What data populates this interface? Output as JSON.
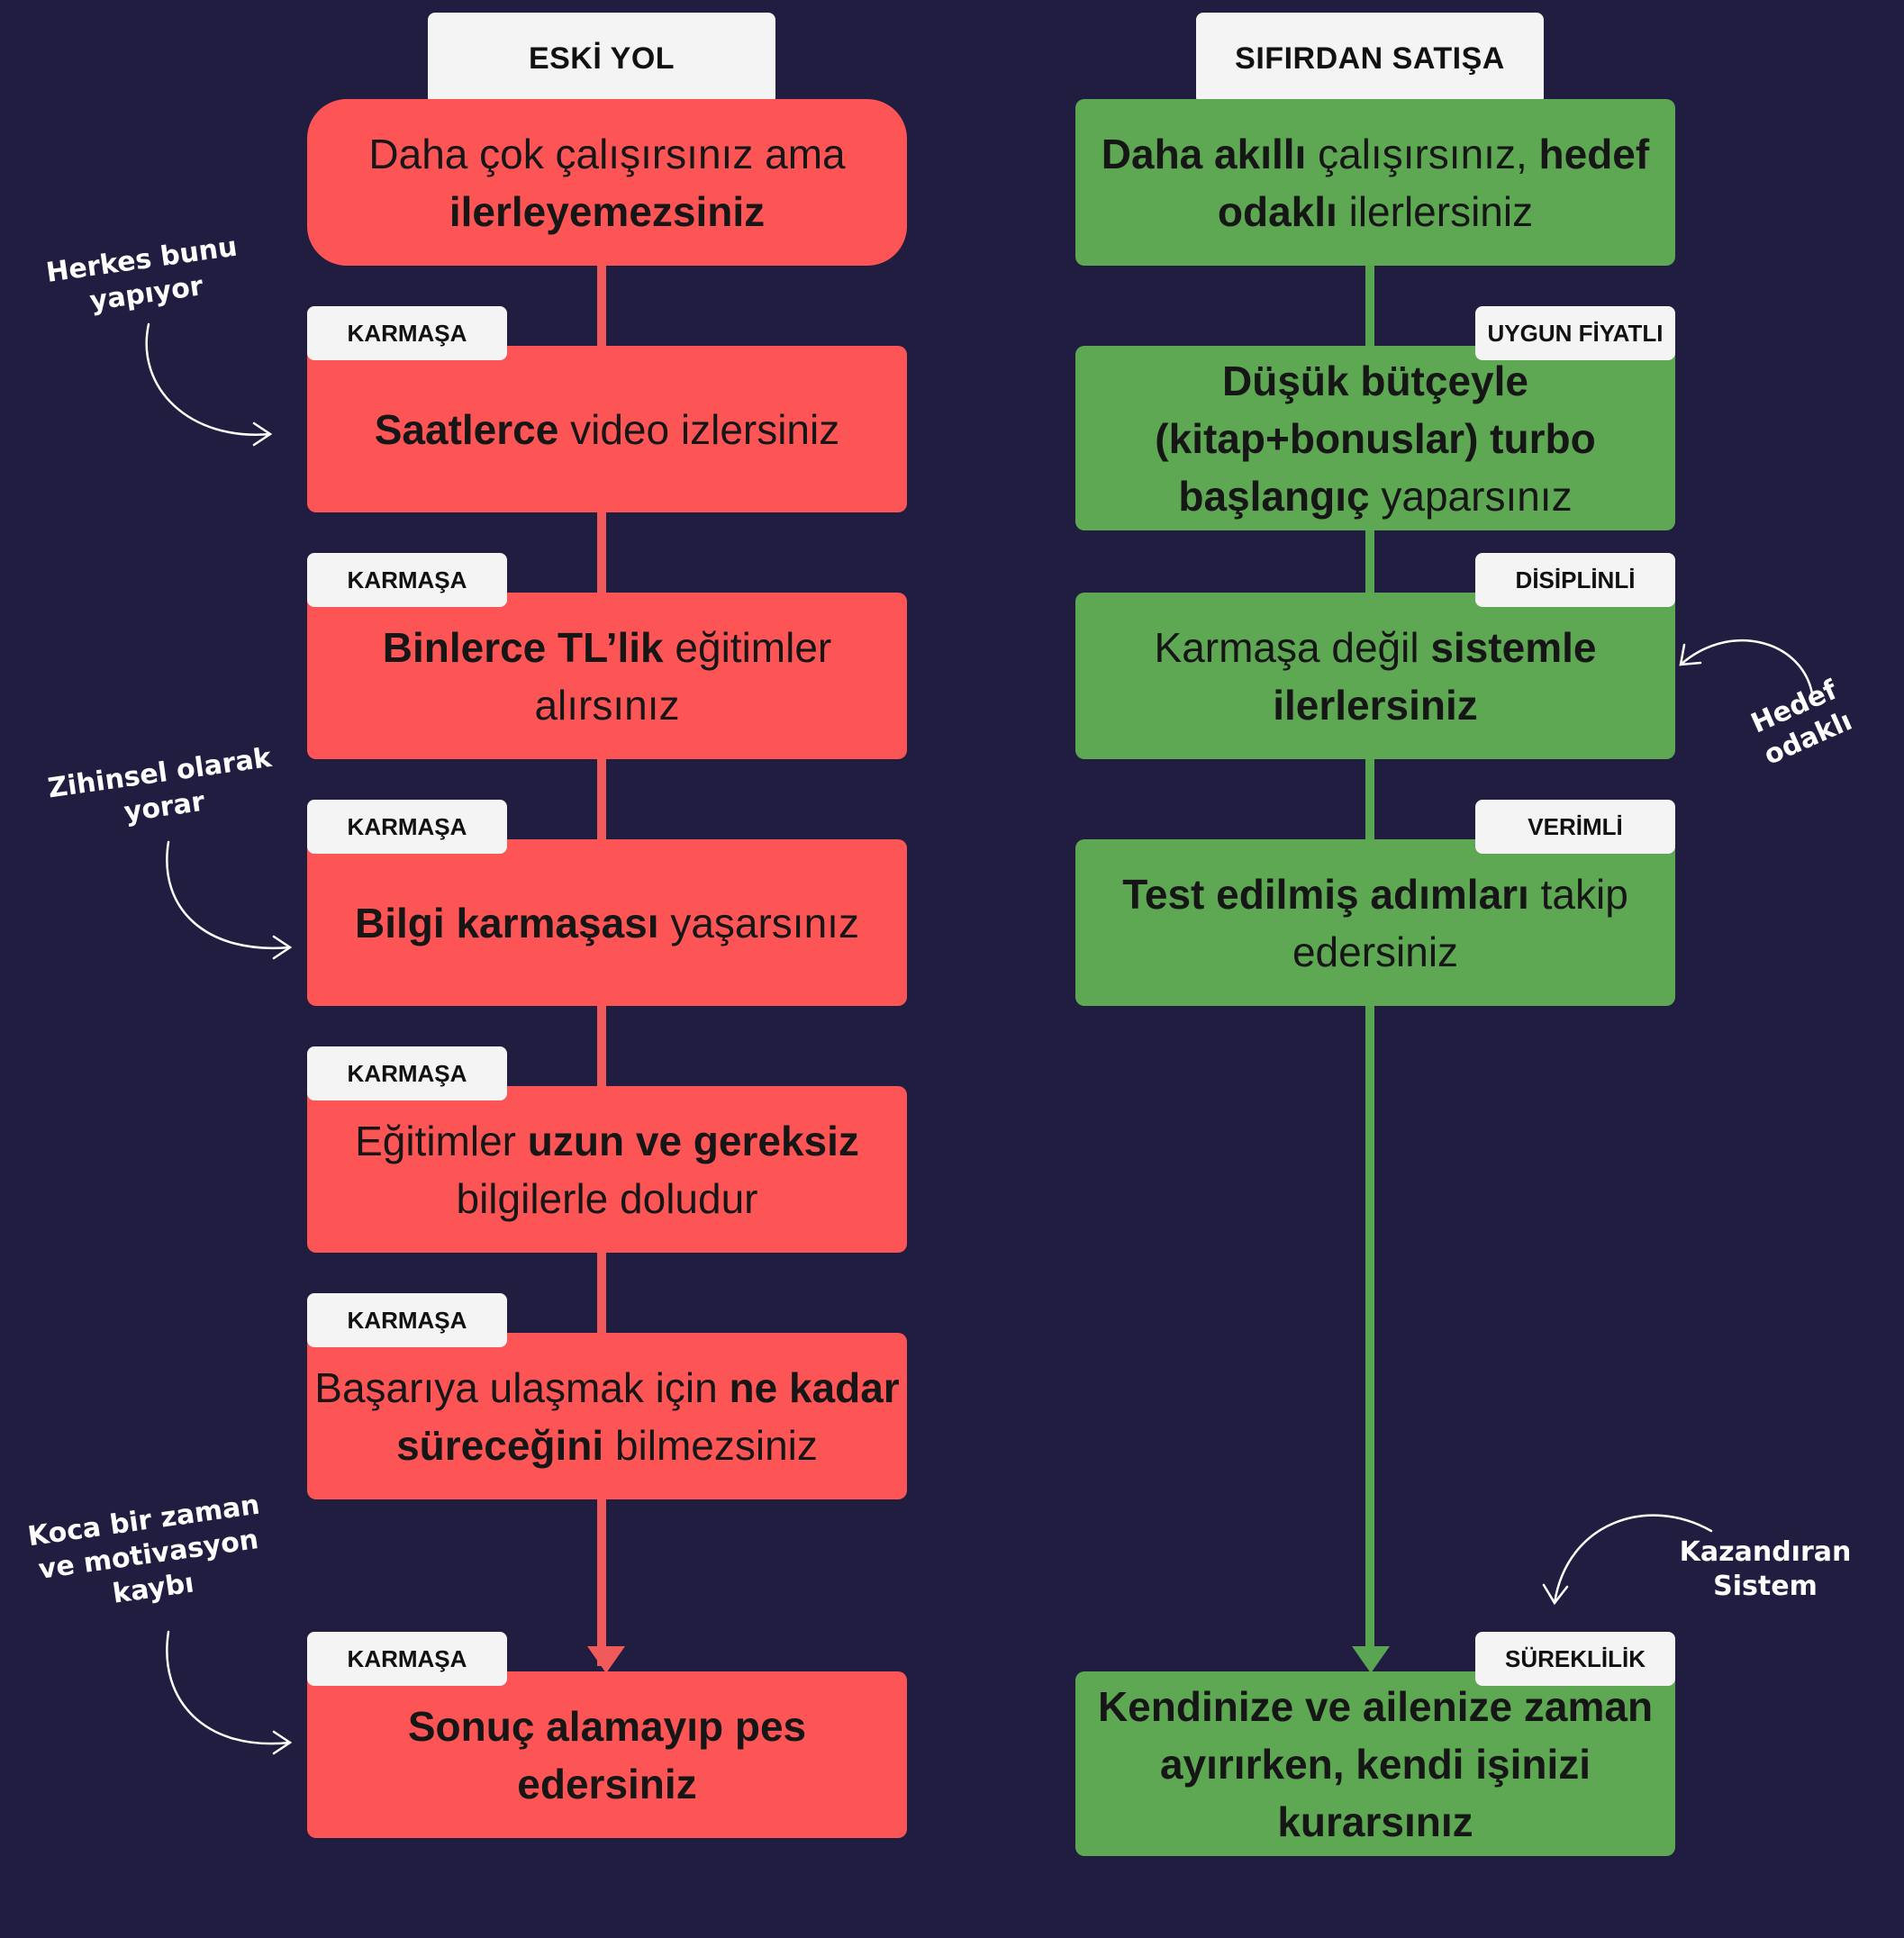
{
  "left_column": {
    "header": "ESKİ YOL",
    "tag": "KARMAŞA",
    "boxes": [
      {
        "parts": [
          {
            "t": "Daha çok çalışırsınız ama ",
            "b": false
          },
          {
            "t": "ilerleyemezsiniz",
            "b": true
          }
        ]
      },
      {
        "parts": [
          {
            "t": "Saatlerce",
            "b": true
          },
          {
            "t": " video izlersiniz",
            "b": false
          }
        ]
      },
      {
        "parts": [
          {
            "t": "Binlerce TL’lik",
            "b": true
          },
          {
            "t": " eğitimler alırsınız",
            "b": false
          }
        ]
      },
      {
        "parts": [
          {
            "t": "Bilgi karmaşası",
            "b": true
          },
          {
            "t": " yaşarsınız",
            "b": false
          }
        ]
      },
      {
        "parts": [
          {
            "t": "Eğitimler ",
            "b": false
          },
          {
            "t": "uzun ve gereksiz",
            "b": true
          },
          {
            "t": " bilgilerle doludur",
            "b": false
          }
        ]
      },
      {
        "parts": [
          {
            "t": "Başarıya ulaşmak için ",
            "b": false
          },
          {
            "t": "ne kadar süreceğini",
            "b": true
          },
          {
            "t": " bilmezsiniz",
            "b": false
          }
        ]
      },
      {
        "parts": [
          {
            "t": "Sonuç alamayıp pes edersiniz",
            "b": true
          }
        ]
      }
    ]
  },
  "right_column": {
    "header": "SIFIRDAN SATIŞA",
    "boxes": [
      {
        "parts": [
          {
            "t": "Daha akıllı",
            "b": true
          },
          {
            "t": " çalışırsınız, ",
            "b": false
          },
          {
            "t": "hedef odaklı",
            "b": true
          },
          {
            "t": " ilerlersiniz",
            "b": false
          }
        ]
      },
      {
        "tag": "UYGUN FİYATLI",
        "parts": [
          {
            "t": "Düşük bütçeyle (kitap+bonuslar) turbo başlangıç",
            "b": true
          },
          {
            "t": " yaparsınız",
            "b": false
          }
        ]
      },
      {
        "tag": "DİSİPLİNLİ",
        "parts": [
          {
            "t": "Karmaşa değil ",
            "b": false
          },
          {
            "t": "sistemle ilerlersiniz",
            "b": true
          }
        ]
      },
      {
        "tag": "VERİMLİ",
        "parts": [
          {
            "t": "Test edilmiş adımları",
            "b": true
          },
          {
            "t": " takip edersiniz",
            "b": false
          }
        ]
      },
      {
        "tag": "SÜREKLİLİK",
        "parts": [
          {
            "t": "Kendinize ve ailenize zaman ayırırken, kendi işinizi kurarsınız",
            "b": true
          }
        ]
      }
    ]
  },
  "notes": [
    "Herkes bunu\nyapıyor",
    "Zihinsel olarak\nyorar",
    "Koca bir zaman\nve motivasyon\nkaybı",
    "Hedef\nodaklı",
    "Kazandıran\nSistem"
  ],
  "colors": {
    "background": "#211d40",
    "red": "#fd5555",
    "green": "#5ea854",
    "tag": "#f4f4f4"
  }
}
